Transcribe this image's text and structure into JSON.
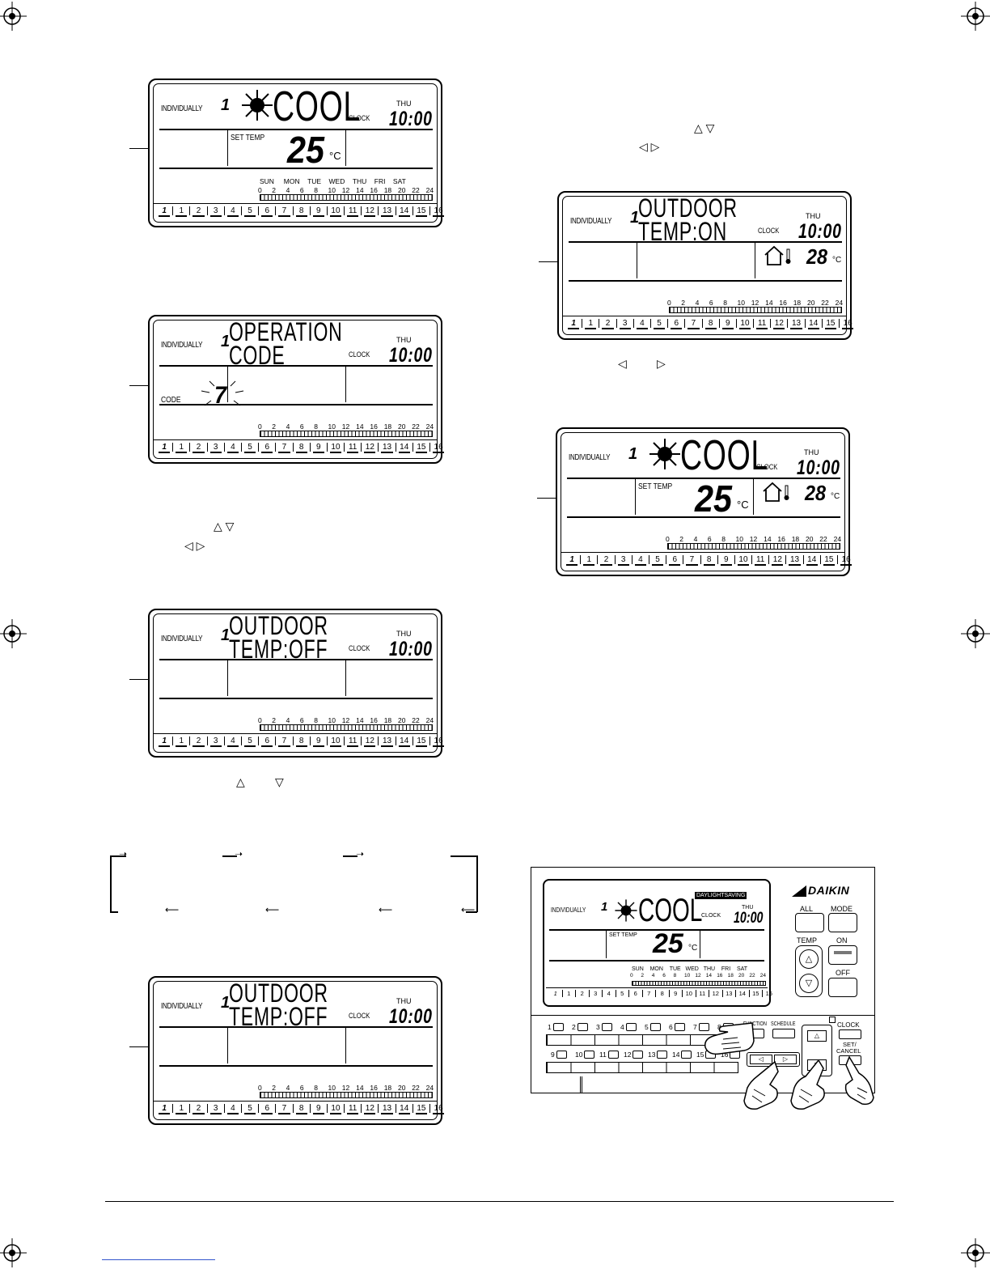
{
  "common": {
    "mode_label": "INDIVIDUALLY",
    "unit_index": "1",
    "clock_label": "CLOCK",
    "day": "THU",
    "time": "10:00",
    "set_temp_label": "SET TEMP",
    "set_temp_value": "25",
    "deg_unit": "°C",
    "outdoor_value": "28",
    "ticks": [
      "0",
      "2",
      "4",
      "6",
      "8",
      "10",
      "12",
      "14",
      "16",
      "18",
      "20",
      "22",
      "24"
    ],
    "weekdays": [
      "SUN",
      "MON",
      "TUE",
      "WED",
      "THU",
      "FRI",
      "SAT"
    ],
    "units": [
      "1",
      "2",
      "3",
      "4",
      "5",
      "6",
      "7",
      "8",
      "9",
      "10",
      "11",
      "12",
      "13",
      "14",
      "15",
      "16"
    ]
  },
  "panels": {
    "p1": {
      "mode": "COOL"
    },
    "p2": {
      "line1": "OPERATION",
      "line2": "CODE",
      "code_label": "CODE",
      "code_value": "7"
    },
    "p3": {
      "line1": "OUTDOOR",
      "line2": "TEMP:OFF"
    },
    "p4": {
      "line1": "OUTDOOR",
      "line2": "TEMP:OFF"
    },
    "p5": {
      "line1": "OUTDOOR",
      "line2": "TEMP:ON"
    },
    "p6": {
      "mode": "COOL"
    }
  },
  "arrows": {
    "up": "△",
    "down": "▽",
    "left": "◁",
    "right": "▷"
  },
  "controller": {
    "brand": "DAIKIN",
    "daylight": "DAYLIGHTSAVING",
    "all": "ALL",
    "mode": "MODE",
    "temp": "TEMP",
    "on": "ON",
    "off": "OFF",
    "function": "FUNCTION",
    "schedule": "SCHEDULE",
    "clock": "CLOCK",
    "set_cancel_1": "SET/",
    "set_cancel_2": "CANCEL",
    "row1": [
      "1",
      "2",
      "3",
      "4",
      "5",
      "6",
      "7",
      "8"
    ],
    "row2": [
      "9",
      "10",
      "11",
      "12",
      "13",
      "14",
      "15",
      "16"
    ]
  }
}
